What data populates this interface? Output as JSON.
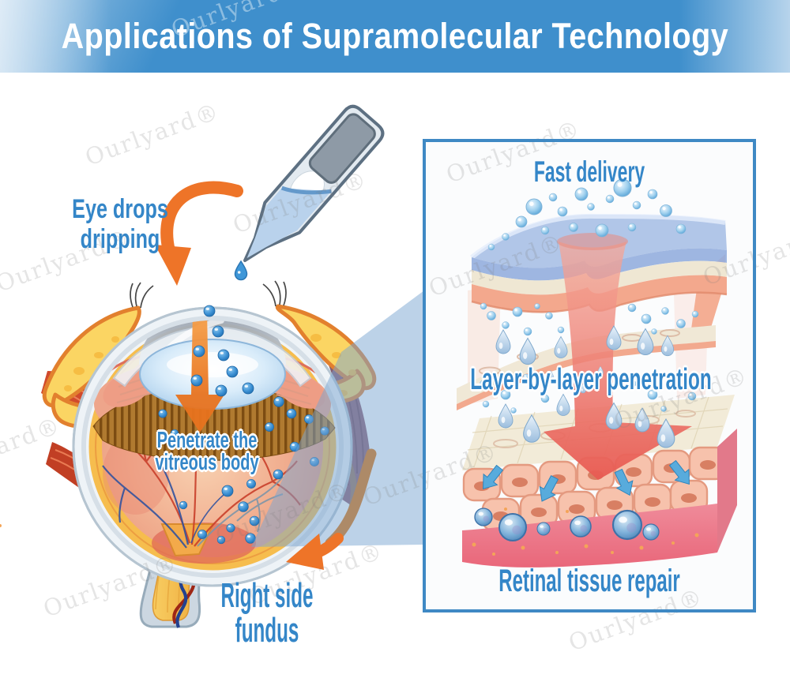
{
  "header": {
    "title": "Applications of Supramolecular Technology"
  },
  "watermark": {
    "text": "Ourlyard®"
  },
  "left_labels": {
    "dropper": {
      "line1": "Eye drops",
      "line2": "dripping"
    },
    "vitreous": {
      "line1": "Penetrate the",
      "line2": "vitreous body"
    },
    "fundus": {
      "line1": "Right side",
      "line2": "fundus"
    }
  },
  "panel": {
    "top_label": "Fast delivery",
    "middle_label": "Layer-by-layer penetration",
    "bottom_label": "Retinal tissue repair"
  },
  "colors": {
    "banner_blue": "#3F8FCC",
    "label_blue": "#3486C8",
    "panel_border": "#3F89C4",
    "arrow_orange": "#EE7428",
    "beam_blue": "#7AA6D2"
  }
}
